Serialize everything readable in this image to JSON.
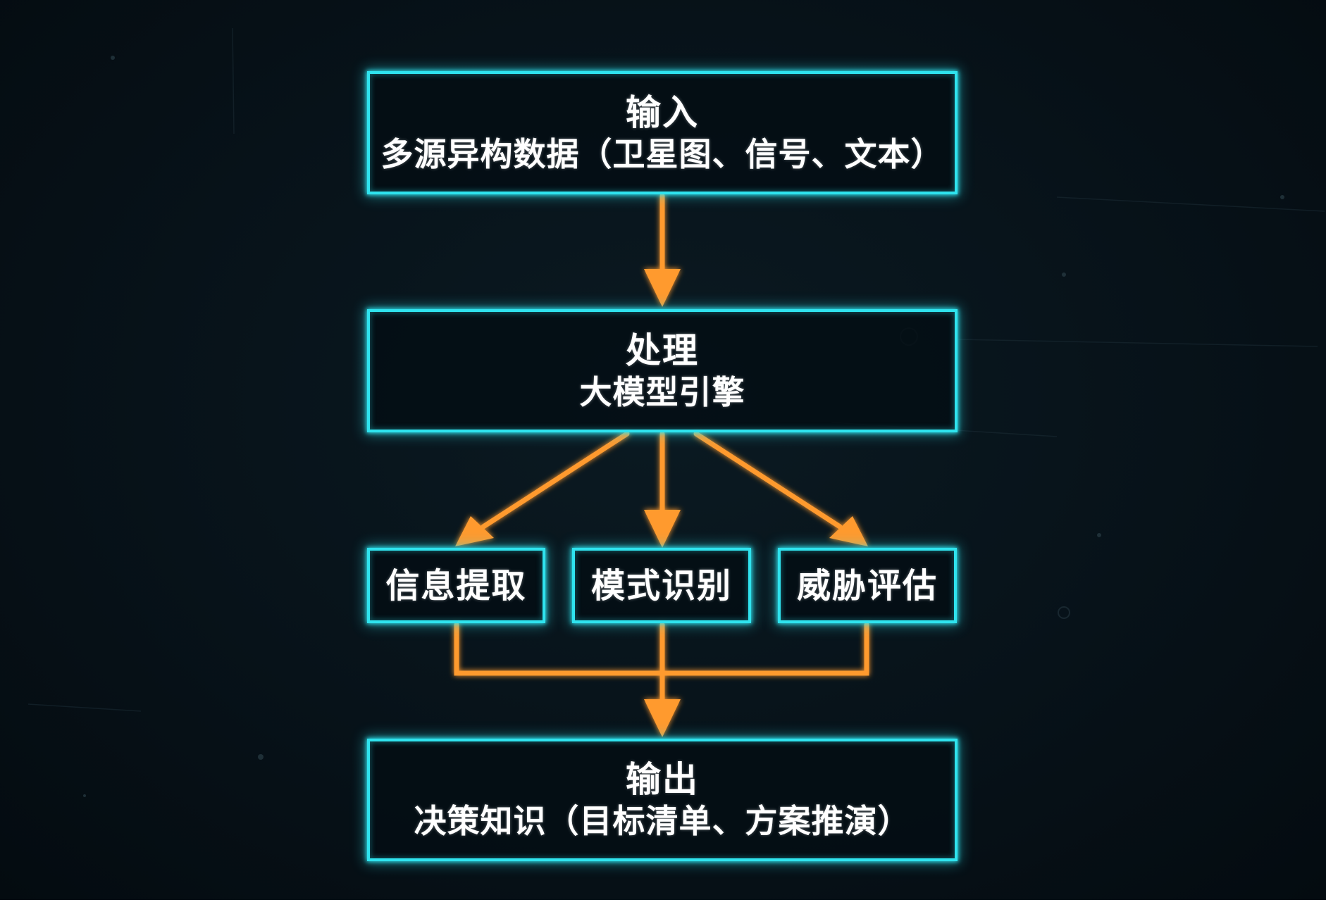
{
  "colors": {
    "background": "#071219",
    "box_border": "#2fe3ee",
    "arrow": "#ff9a2e",
    "text": "#ffffff"
  },
  "nodes": {
    "input": {
      "title": "输入",
      "subtitle": "多源异构数据（卫星图、信号、文本）"
    },
    "process": {
      "title": "处理",
      "subtitle": "大模型引擎"
    },
    "tasks": {
      "info_extraction": "信息提取",
      "pattern_recognition": "模式识别",
      "threat_assessment": "威胁评估"
    },
    "output": {
      "title": "输出",
      "subtitle": "决策知识（目标清单、方案推演）"
    }
  }
}
